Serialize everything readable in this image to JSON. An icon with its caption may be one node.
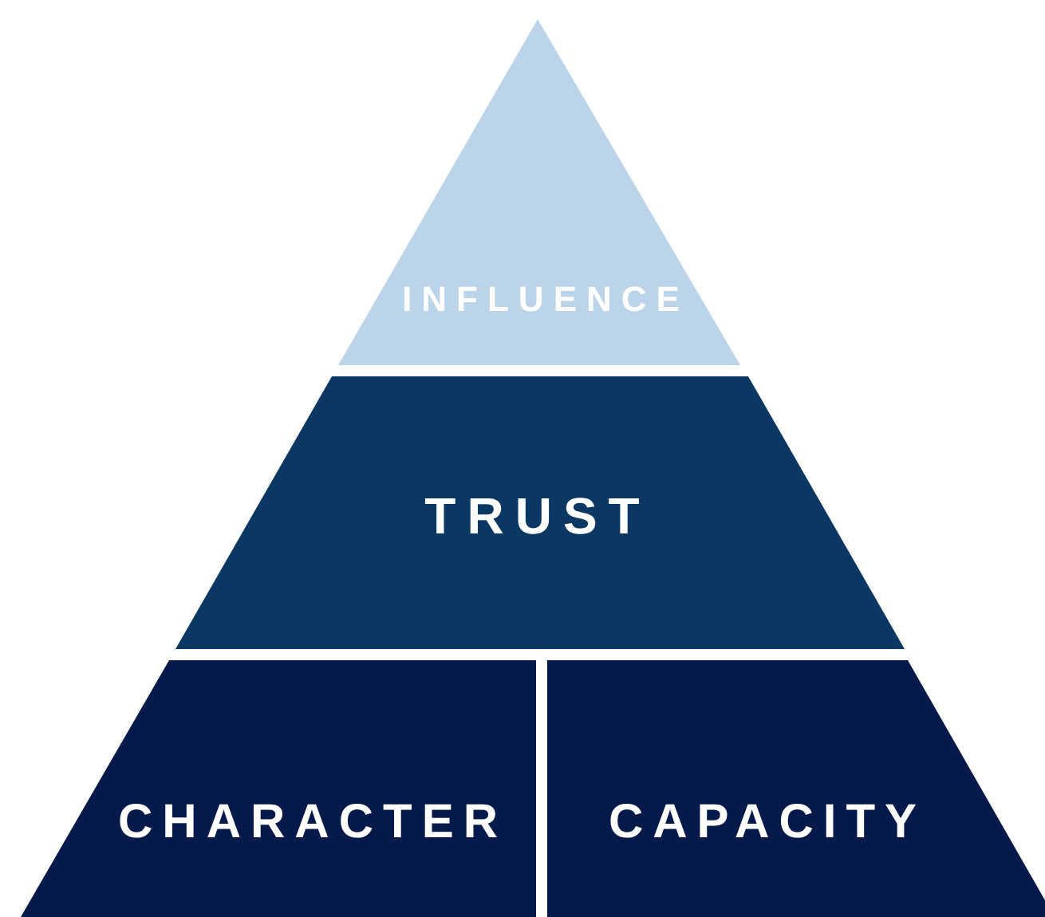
{
  "diagram": {
    "nodes": [
      {
        "text": [
          "INFLUENCE"
        ]
      },
      {
        "text": [
          "TRUST"
        ]
      },
      {
        "text": [
          "CHARACTER"
        ]
      },
      {
        "text": [
          "CAPACITY"
        ]
      }
    ]
  }
}
